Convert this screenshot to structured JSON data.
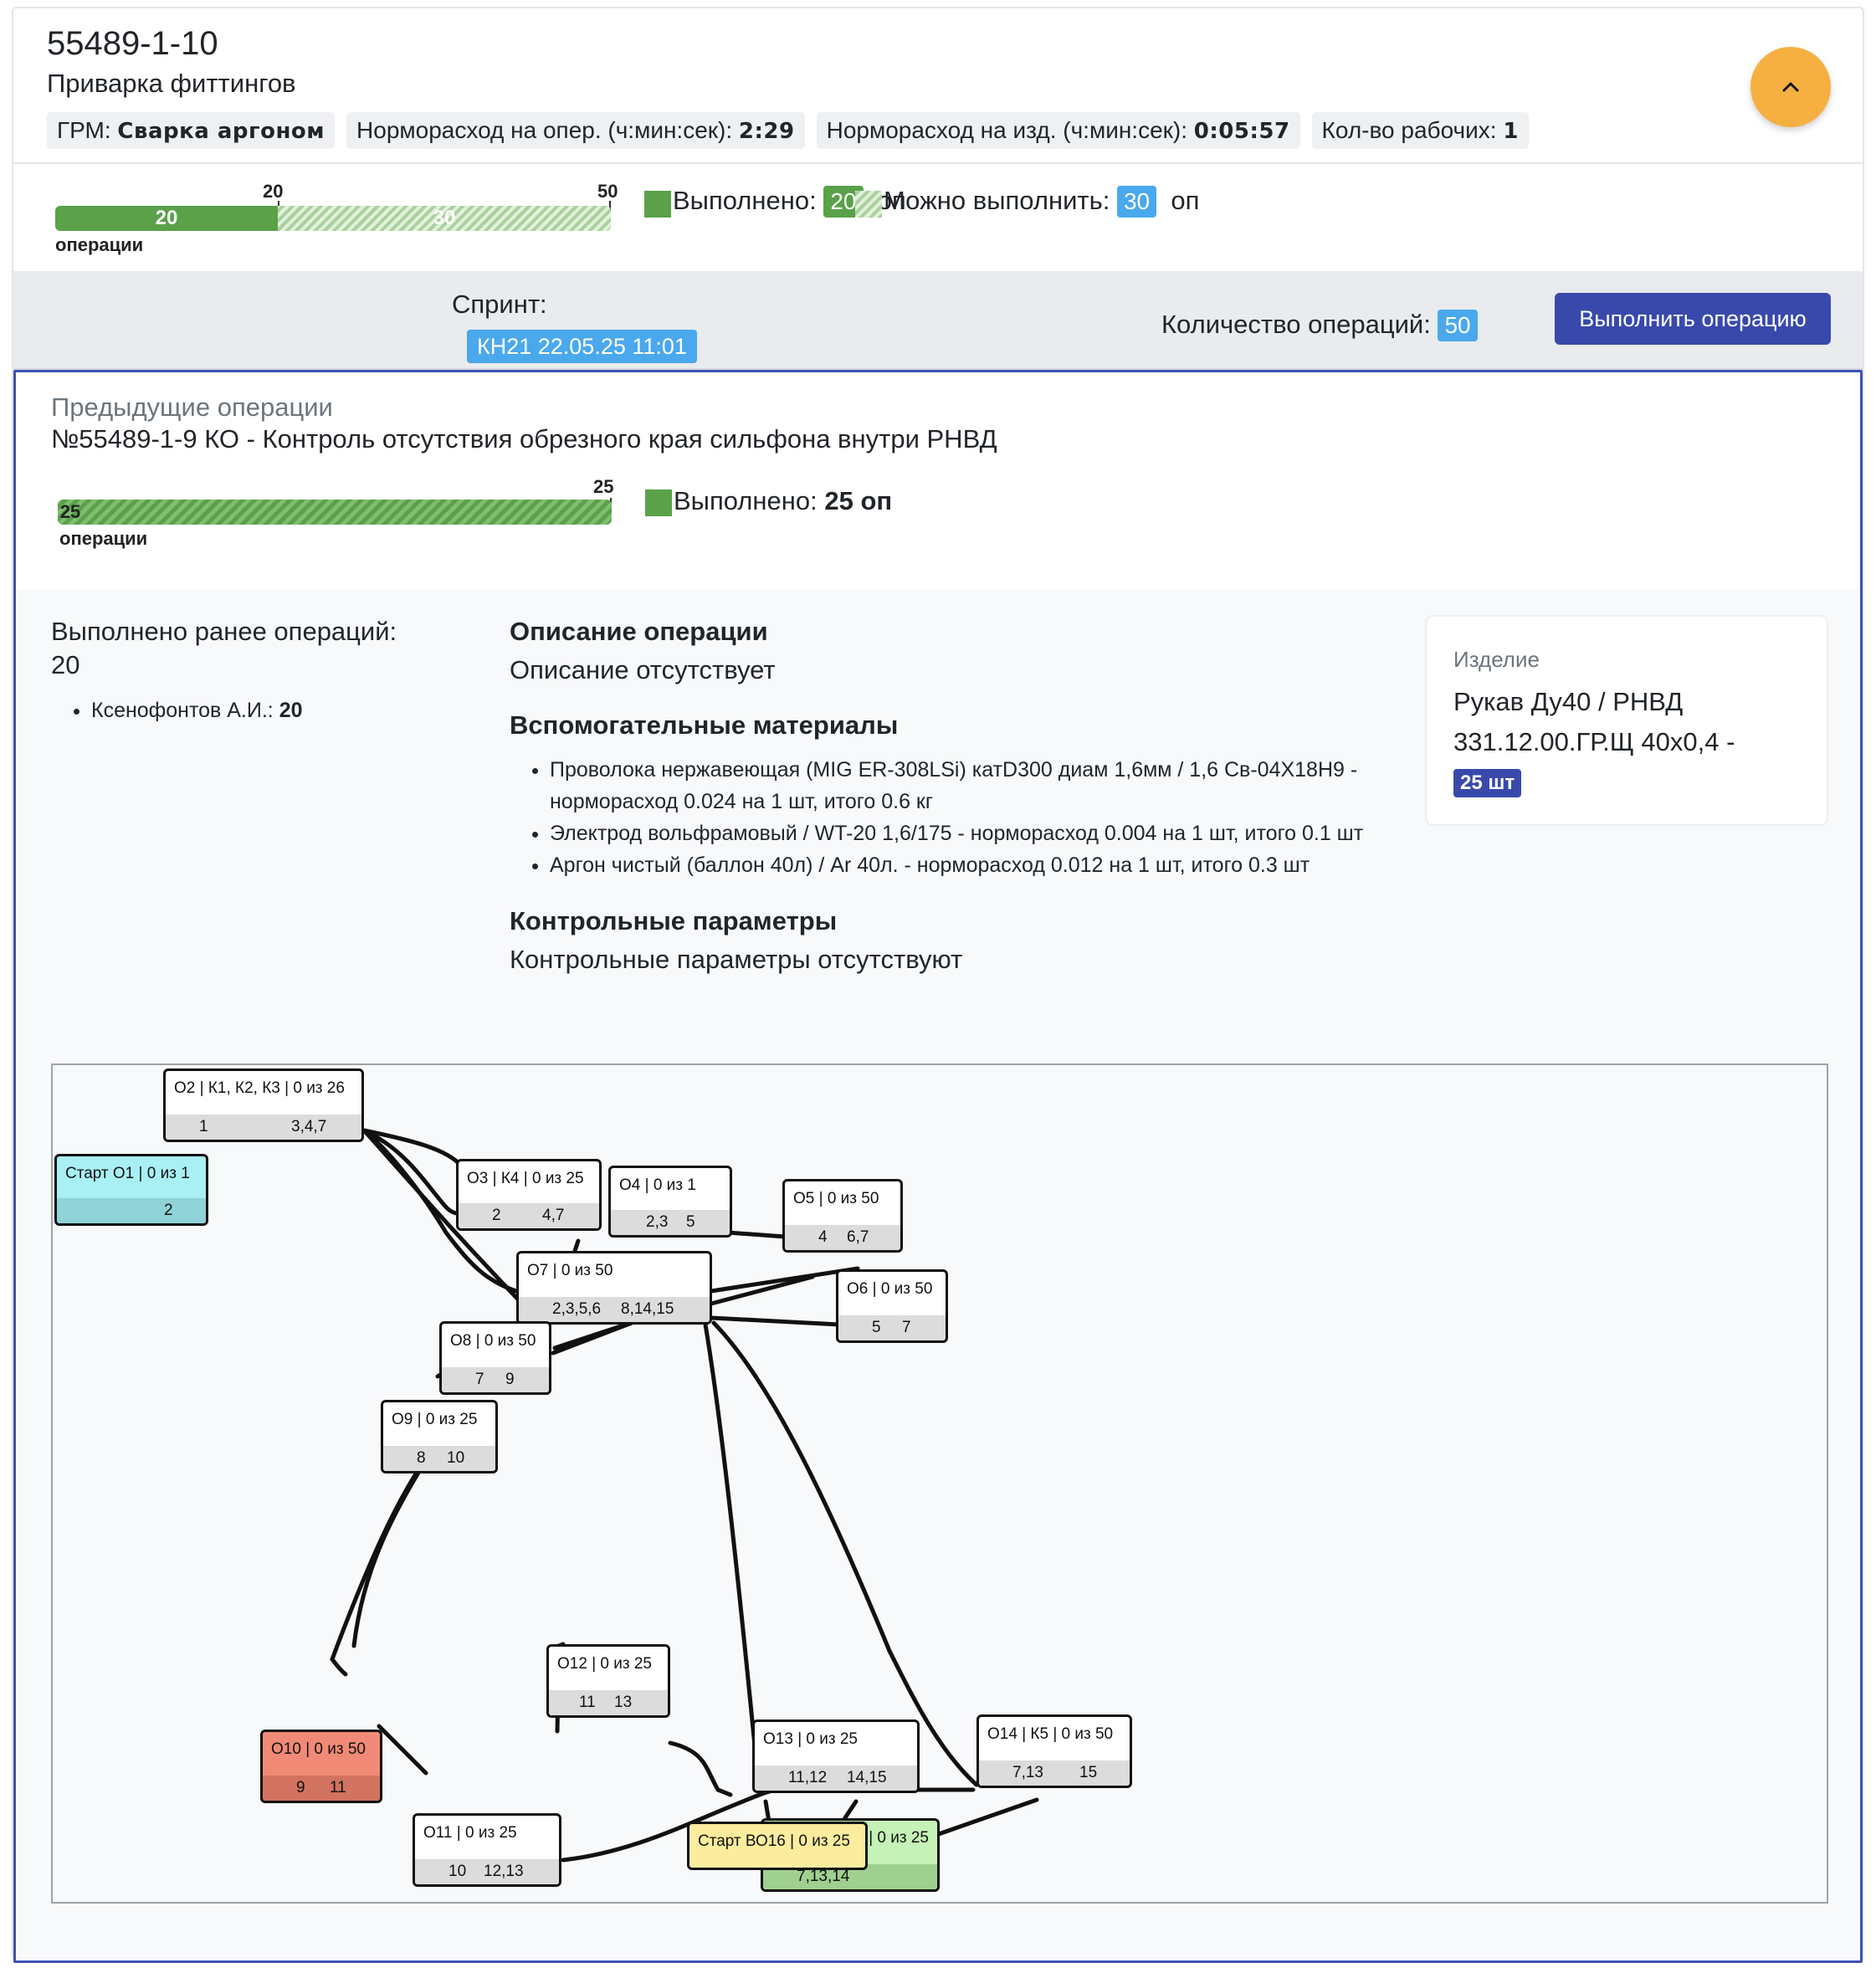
{
  "header": {
    "code": "55489-1-10",
    "name": "Приварка фиттингов",
    "chips": [
      {
        "label": "ГРМ:",
        "value": "Сварка аргоном"
      },
      {
        "label": "Норморасход на опер. (ч:мин:сек):",
        "value": "2:29"
      },
      {
        "label": "Норморасход на изд. (ч:мин:сек):",
        "value": "0:05:57"
      },
      {
        "label": "Кол-во рабочих:",
        "value": "1"
      }
    ],
    "collapse_icon": "chevron-up-icon"
  },
  "progress": {
    "done": 20,
    "can": 30,
    "total": 50,
    "tick_done": "20",
    "tick_total": "50",
    "done_label": "20",
    "can_label": "30",
    "axis_label": "операции",
    "legend_done": "Выполнено:",
    "legend_done_value": "20",
    "legend_can": "Можно выполнить:",
    "legend_can_value": "30",
    "unit": "оп"
  },
  "sprint": {
    "label": "Спринт:",
    "tag": "КН21 22.05.25 11:01",
    "count_label": "Количество операций:",
    "count_value": "50",
    "execute_button": "Выполнить операцию"
  },
  "previous": {
    "title": "Предыдущие операции",
    "operation": "№55489-1-9 КО - Контроль отсутствия обрезного края сильфона внутри РНВД",
    "done": 25,
    "total": 25,
    "tick_total": "25",
    "bar_label": "25",
    "axis_label": "операции",
    "legend_done": "Выполнено:",
    "legend_value": "25 оп"
  },
  "details": {
    "done_before_title": "Выполнено ранее операций:",
    "done_before_value": "20",
    "workers": [
      {
        "name": "Ксенофонтов А.И.:",
        "count": "20"
      }
    ],
    "description_title": "Описание операции",
    "description_text": "Описание отсутствует",
    "materials_title": "Вспомогательные материалы",
    "materials": [
      "Проволока нержавеющая (MIG ER-308LSi) катD300 диам 1,6мм / 1,6 Св-04Х18Н9 - норморасход 0.024 на 1 шт, итого 0.6 кг",
      "Электрод вольфрамовый / WT-20 1,6/175 - норморасход 0.004 на 1 шт, итого 0.1 шт",
      "Аргон чистый (баллон 40л) / Ar 40л. - норморасход 0.012 на 1 шт, итого 0.3 шт"
    ],
    "control_title": "Контрольные параметры",
    "control_text": "Контрольные параметры отсутствуют",
    "product": {
      "label": "Изделие",
      "name": "Рукав Ду40 / РНВД 331.12.00.ГР.Щ 40х0,4 -",
      "qty": "25 шт"
    }
  },
  "graph": {
    "nodes": [
      {
        "id": "o2",
        "title": "О2 | К1, К2, К3 | 0 из 26",
        "left": "1",
        "right": "3,4,7",
        "color": "#ffffff",
        "bottom": "#dcdcdc"
      },
      {
        "id": "start",
        "title": "Старт О1 | 0 из 1",
        "left": "",
        "right": "2",
        "color": "#a8f0f4",
        "bottom": "#8fd3d8"
      },
      {
        "id": "o3",
        "title": "О3 | К4 | 0 из 25",
        "left": "2",
        "right": "4,7",
        "color": "#ffffff",
        "bottom": "#dcdcdc"
      },
      {
        "id": "o4",
        "title": "О4 | 0 из 1",
        "left": "2,3",
        "right": "5",
        "color": "#ffffff",
        "bottom": "#dcdcdc"
      },
      {
        "id": "o5",
        "title": "О5 | 0 из 50",
        "left": "4",
        "right": "6,7",
        "color": "#ffffff",
        "bottom": "#dcdcdc"
      },
      {
        "id": "o7",
        "title": "О7 | 0 из 50",
        "left": "2,3,5,6",
        "right": "8,14,15",
        "color": "#ffffff",
        "bottom": "#dcdcdc"
      },
      {
        "id": "o6",
        "title": "О6 | 0 из 50",
        "left": "5",
        "right": "7",
        "color": "#ffffff",
        "bottom": "#dcdcdc"
      },
      {
        "id": "o8",
        "title": "О8 | 0 из 50",
        "left": "7",
        "right": "9",
        "color": "#ffffff",
        "bottom": "#dcdcdc"
      },
      {
        "id": "o9",
        "title": "О9 | 0 из 25",
        "left": "8",
        "right": "10",
        "color": "#ffffff",
        "bottom": "#dcdcdc"
      },
      {
        "id": "o12",
        "title": "О12 | 0 из 25",
        "left": "11",
        "right": "13",
        "color": "#ffffff",
        "bottom": "#dcdcdc"
      },
      {
        "id": "o10",
        "title": "О10 | 0 из 50",
        "left": "9",
        "right": "11",
        "color": "#f08a76",
        "bottom": "#d2735f"
      },
      {
        "id": "o13",
        "title": "О13 | 0 из 25",
        "left": "11,12",
        "right": "14,15",
        "color": "#ffffff",
        "bottom": "#dcdcdc"
      },
      {
        "id": "o14",
        "title": "О14 | К5 | 0 из 50",
        "left": "7,13",
        "right": "15",
        "color": "#ffffff",
        "bottom": "#dcdcdc"
      },
      {
        "id": "o11",
        "title": "О11 | 0 из 25",
        "left": "10",
        "right": "12,13",
        "color": "#ffffff",
        "bottom": "#dcdcdc"
      },
      {
        "id": "o15",
        "title": "О15 | 0 из 25",
        "left": "",
        "right": "7,13,14",
        "color": "#c5f2b6",
        "bottom": "#9fd08f"
      },
      {
        "id": "bo16",
        "title": "Старт ВО16 | 0 из 25",
        "left": "",
        "right": "",
        "color": "#fcec9e",
        "bottom": "#fcec9e"
      }
    ]
  }
}
